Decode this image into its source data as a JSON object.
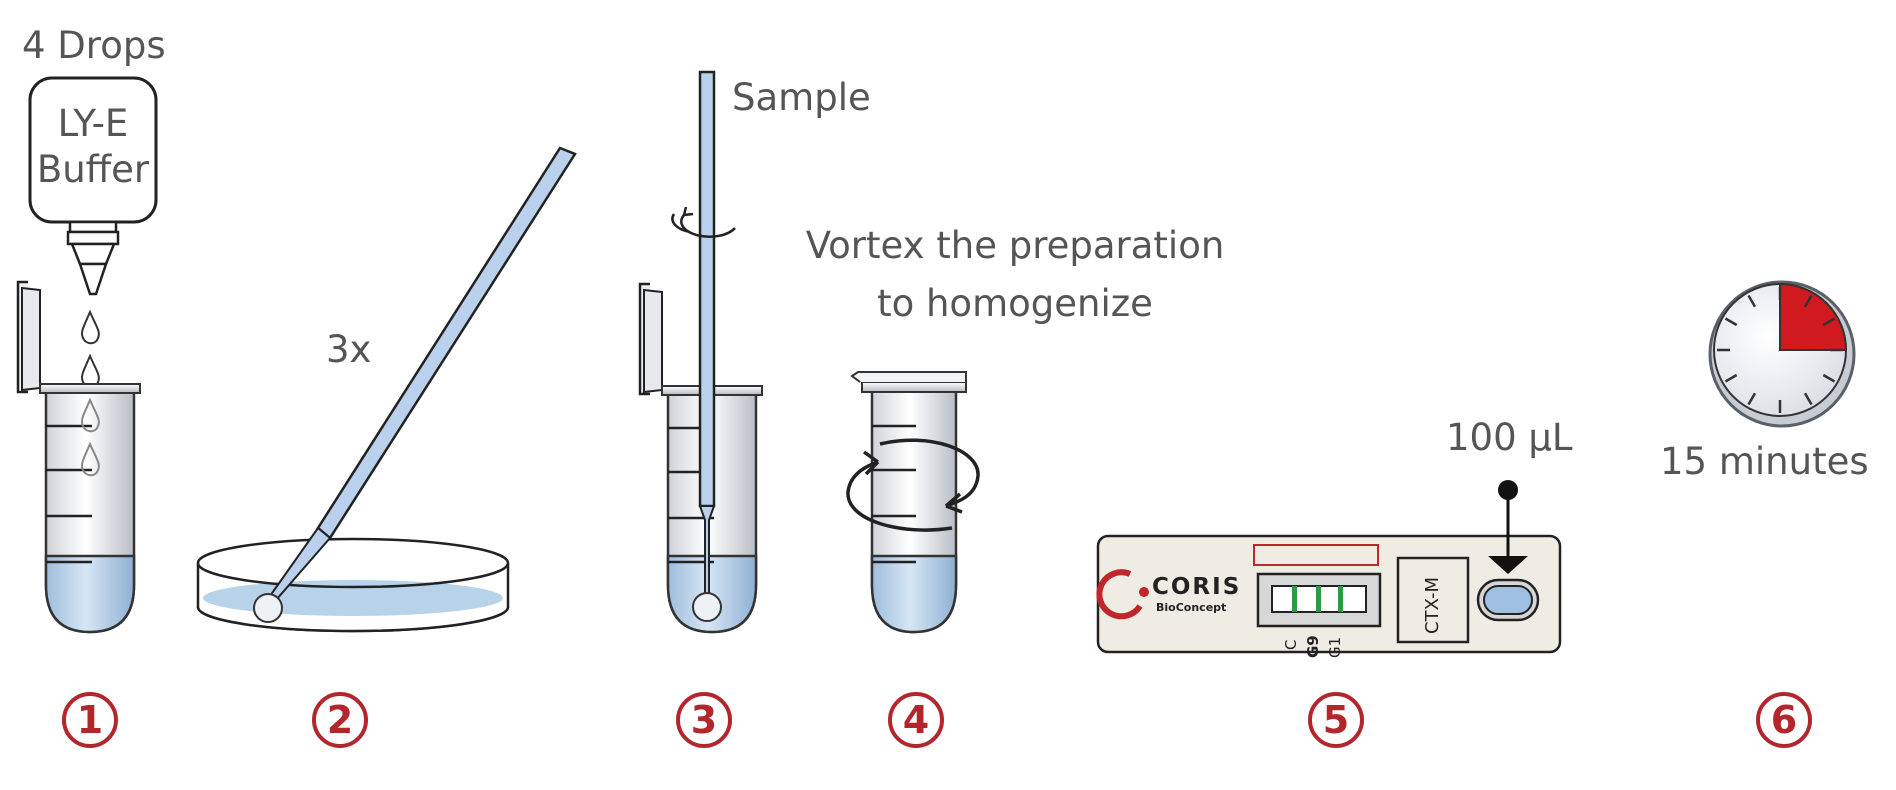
{
  "labels": {
    "drops": "4 Drops",
    "buffer_line1": "LY-E",
    "buffer_line2": "Buffer",
    "repeat": "3x",
    "sample": "Sample",
    "vortex_line1": "Vortex the preparation",
    "vortex_line2": "to homogenize",
    "volume": "100 µL",
    "time": "15 minutes"
  },
  "cassette": {
    "brand": "CORIS",
    "brand_sub": "BioConcept",
    "lines": [
      "C",
      "G9",
      "G1"
    ],
    "test_name": "CTX-M"
  },
  "steps": [
    "1",
    "2",
    "3",
    "4",
    "5",
    "6"
  ],
  "timer": {
    "elapsed_fraction": 0.25
  },
  "colors": {
    "step_red": "#b3262b",
    "liquid_blue": "#b8d2ea",
    "tube_grey": "#e6e8ec",
    "timer_red": "#d11a1f"
  }
}
